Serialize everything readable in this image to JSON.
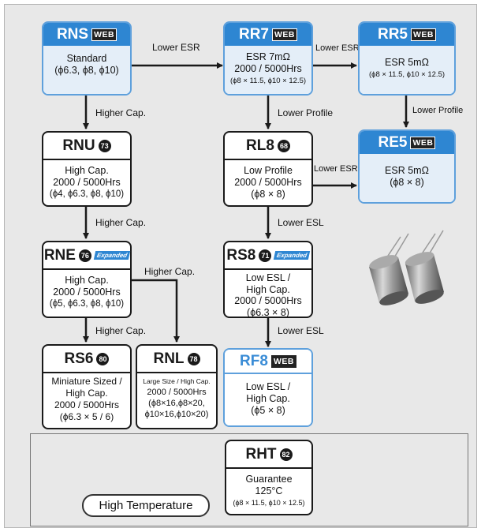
{
  "nodes": {
    "rns": {
      "name": "RNS",
      "badge": "WEB",
      "lines": [
        "Standard",
        "(ϕ6.3, ϕ8, ϕ10)"
      ]
    },
    "rr7": {
      "name": "RR7",
      "badge": "WEB",
      "lines": [
        "ESR  7mΩ",
        "2000 / 5000Hrs",
        "(ϕ8 × 11.5, ϕ10 × 12.5)"
      ]
    },
    "rr5": {
      "name": "RR5",
      "badge": "WEB",
      "lines": [
        "ESR  5mΩ",
        "(ϕ8 × 11.5, ϕ10 × 12.5)"
      ]
    },
    "rnu": {
      "name": "RNU",
      "page": "73",
      "lines": [
        "High Cap.",
        "2000 / 5000Hrs",
        "(ϕ4, ϕ6.3, ϕ8, ϕ10)"
      ]
    },
    "rl8": {
      "name": "RL8",
      "page": "68",
      "lines": [
        "Low Profile",
        "2000 / 5000Hrs",
        "(ϕ8 × 8)"
      ]
    },
    "re5": {
      "name": "RE5",
      "badge": "WEB",
      "lines": [
        "ESR  5mΩ",
        "(ϕ8 × 8)"
      ]
    },
    "rne": {
      "name": "RNE",
      "page": "76",
      "tag": "Expanded",
      "lines": [
        "High Cap.",
        "2000 / 5000Hrs",
        "(ϕ5, ϕ6.3, ϕ8, ϕ10)"
      ]
    },
    "rs8": {
      "name": "RS8",
      "page": "71",
      "tag": "Expanded",
      "lines": [
        "Low ESL /",
        "High Cap.",
        "2000 / 5000Hrs",
        "(ϕ6.3 × 8)"
      ]
    },
    "rs6": {
      "name": "RS6",
      "page": "80",
      "lines": [
        "Miniature Sized /",
        "High Cap.",
        "2000 / 5000Hrs",
        "(ϕ6.3 × 5 / 6)"
      ]
    },
    "rnl": {
      "name": "RNL",
      "page": "78",
      "lines": [
        "Large Size / High Cap.",
        "2000 / 5000Hrs",
        "(ϕ8×16,ϕ8×20,",
        "ϕ10×16,ϕ10×20)"
      ]
    },
    "rf8": {
      "name": "RF8",
      "badge": "WEB",
      "lines": [
        "Low ESL /",
        "High Cap.",
        "(ϕ5 × 8)"
      ]
    },
    "rht": {
      "name": "RHT",
      "page": "82",
      "lines": [
        "Guarantee",
        "125°C",
        "(ϕ8 × 11.5, ϕ10 × 12.5)"
      ]
    }
  },
  "edge_labels": {
    "rns_rr7": "Lower ESR",
    "rr7_rr5": "Lower ESR",
    "rns_rnu": "Higher Cap.",
    "rr7_rl8": "Lower Profile",
    "rr5_re5": "Lower Profile",
    "rl8_re5": "Lower ESR",
    "rnu_rne": "Higher Cap.",
    "rl8_rs8": "Lower ESL",
    "rne_rnl": "Higher Cap.",
    "rne_rs6": "Higher Cap.",
    "rs8_rf8": "Lower ESL"
  },
  "category": "High Temperature",
  "colors": {
    "accent_blue": "#2e86d2",
    "dark": "#1a1a1a",
    "panel": "#e8e8e8"
  }
}
